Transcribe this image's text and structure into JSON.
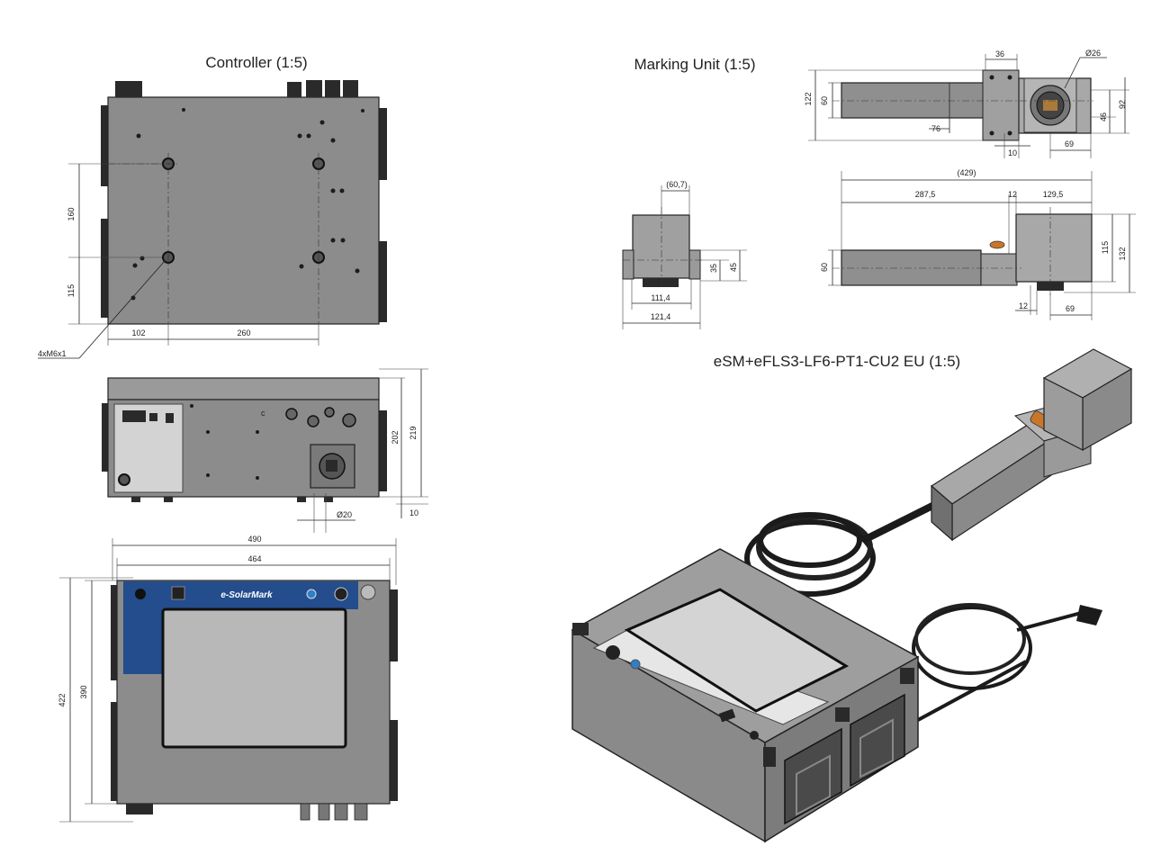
{
  "titles": {
    "controller": "Controller (1:5)",
    "marking_unit": "Marking Unit (1:5)",
    "iso_view": "eSM+eFLS3-LF6-PT1-CU2 EU (1:5)"
  },
  "brand": {
    "label": "e-SolarMark",
    "panel_color": "#234d8c"
  },
  "controller_top": {
    "dims": {
      "d160": "160",
      "d115": "115",
      "d102": "102",
      "d260": "260",
      "thread": "4xM6x1"
    }
  },
  "controller_side": {
    "dims": {
      "d202": "202",
      "d219": "219",
      "d20": "Ø20",
      "d10": "10"
    },
    "marker": "c"
  },
  "controller_front": {
    "dims": {
      "d490": "490",
      "d464": "464",
      "d422": "422",
      "d390": "390"
    }
  },
  "marking_top": {
    "dims": {
      "d36": "36",
      "d26": "Ø26",
      "d122": "122",
      "d60": "60",
      "d76": "76",
      "d10": "10",
      "d69": "69",
      "d46": "46",
      "d92": "92"
    }
  },
  "marking_end": {
    "dims": {
      "d60_7": "(60,7)",
      "d35": "35",
      "d45": "45",
      "d111_4": "111,4",
      "d121_4": "121,4"
    }
  },
  "marking_side": {
    "dims": {
      "d429": "(429)",
      "d287_5": "287,5",
      "d12a": "12",
      "d129_5": "129,5",
      "d60": "60",
      "d115": "115",
      "d132": "132",
      "d12b": "12",
      "d69": "69"
    }
  },
  "colors": {
    "steel": "#8c8c8c",
    "steel_light": "#a6a6a6",
    "dark": "#2a2a2a",
    "screen": "#b8b8b8",
    "brand_blue": "#234d8c",
    "accent_blue": "#2f7fc9",
    "orange": "#c8762a"
  }
}
